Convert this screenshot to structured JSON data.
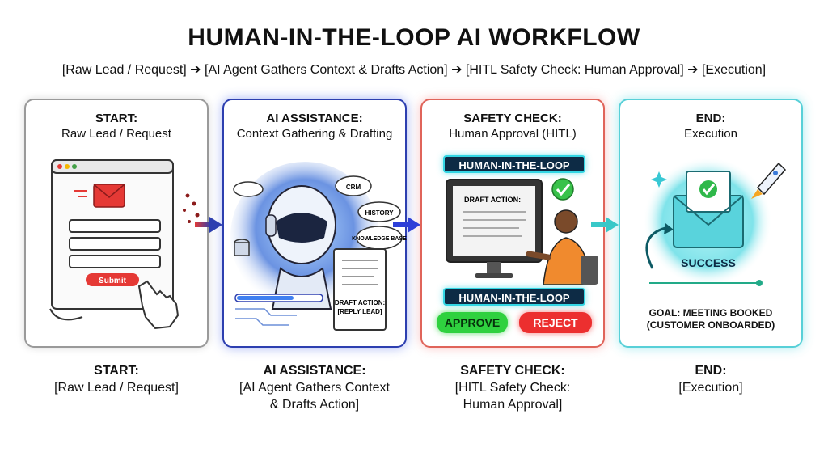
{
  "title": "HUMAN-IN-THE-LOOP AI WORKFLOW",
  "subtitle": "[Raw Lead / Request] ➔ [AI Agent Gathers Context & Drafts Action] ➔ [HITL Safety Check: Human Approval] ➔ [Execution]",
  "panels": [
    {
      "title": "START:",
      "subtitle": "Raw Lead / Request",
      "submit_label": "Submit"
    },
    {
      "title": "AI ASSISTANCE:",
      "subtitle": "Context Gathering & Drafting",
      "cloud_labels": [
        "CRM",
        "HISTORY",
        "KNOWLEDGE BASE"
      ],
      "doc_label_line1": "DRAFT ACTION:",
      "doc_label_line2": "[REPLY LEAD]"
    },
    {
      "title": "SAFETY CHECK:",
      "subtitle": "Human Approval (HITL)",
      "badge_top": "HUMAN-IN-THE-LOOP",
      "badge_bottom": "HUMAN-IN-THE-LOOP",
      "screen_label": "DRAFT ACTION:",
      "approve_label": "APPROVE",
      "reject_label": "REJECT"
    },
    {
      "title": "END:",
      "subtitle": "Execution",
      "success_label": "SUCCESS",
      "goal_line1": "GOAL: MEETING BOOKED",
      "goal_line2": "(CUSTOMER ONBOARDED)"
    }
  ],
  "captions": [
    {
      "title": "START:",
      "line1": "[Raw Lead / Request]",
      "line2": ""
    },
    {
      "title": "AI ASSISTANCE:",
      "line1": "[AI Agent Gathers Context",
      "line2": "& Drafts Action]"
    },
    {
      "title": "SAFETY CHECK:",
      "line1": "[HITL Safety Check:",
      "line2": "Human Approval]"
    },
    {
      "title": "END:",
      "line1": "[Execution]",
      "line2": ""
    }
  ],
  "colors": {
    "start_accent": "#e53935",
    "ai_accent": "#2d3fb0",
    "safety_accent": "#e0645a",
    "end_accent": "#33c6d4",
    "approve": "#2fd13f",
    "reject": "#ec2f2f"
  }
}
